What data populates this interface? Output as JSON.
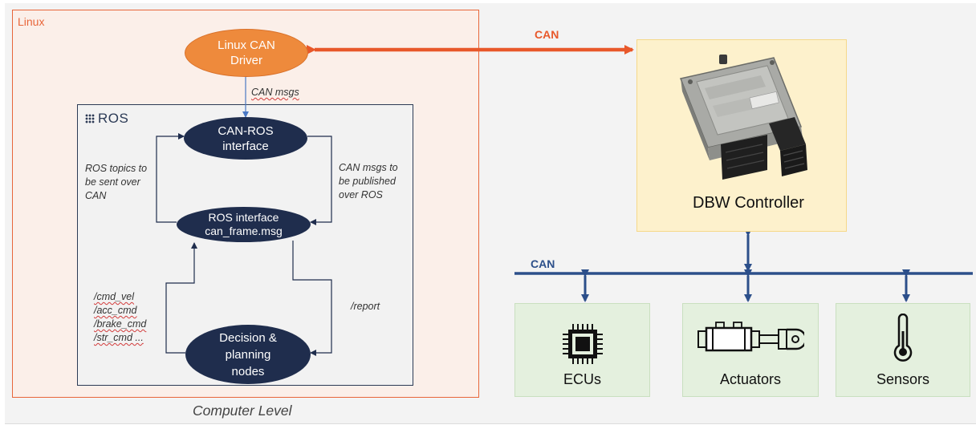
{
  "linux": {
    "label": "Linux"
  },
  "can_driver": {
    "line1": "Linux CAN",
    "line2": "Driver"
  },
  "can_msgs_label": "CAN msgs",
  "ros": {
    "logo_text": "ROS",
    "can_ros_interface": {
      "line1": "CAN-ROS",
      "line2": "interface"
    },
    "ros_interface": {
      "line1": "ROS interface",
      "line2": "can_frame.msg"
    },
    "decision_nodes": {
      "line1": "Decision &",
      "line2": "planning",
      "line3": "nodes"
    },
    "left_note": [
      "ROS topics to",
      "be sent over",
      "CAN"
    ],
    "right_note": [
      "CAN msgs to",
      "be published",
      "over ROS"
    ],
    "cmd_topics": [
      "/cmd_vel",
      "/acc_cmd",
      "/brake_cmd",
      "/str_cmd ..."
    ],
    "report_topic": "/report"
  },
  "computer_level": "Computer Level",
  "can_top_label": "CAN",
  "can_bus_label": "CAN",
  "dbw": {
    "label": "DBW Controller"
  },
  "devices": [
    {
      "label": "ECUs",
      "icon": "chip-icon"
    },
    {
      "label": "Actuators",
      "icon": "hydraulic-cylinder-icon"
    },
    {
      "label": "Sensors",
      "icon": "thermometer-icon"
    }
  ],
  "colors": {
    "linux_border": "#e8663a",
    "can_link": "#e8582a",
    "bus": "#2c4f8a",
    "ros_nodes": "#1f2d4d",
    "driver_node": "#ee8a3c",
    "dbw_fill": "#fdf1cc",
    "device_fill": "#e4f0de"
  }
}
